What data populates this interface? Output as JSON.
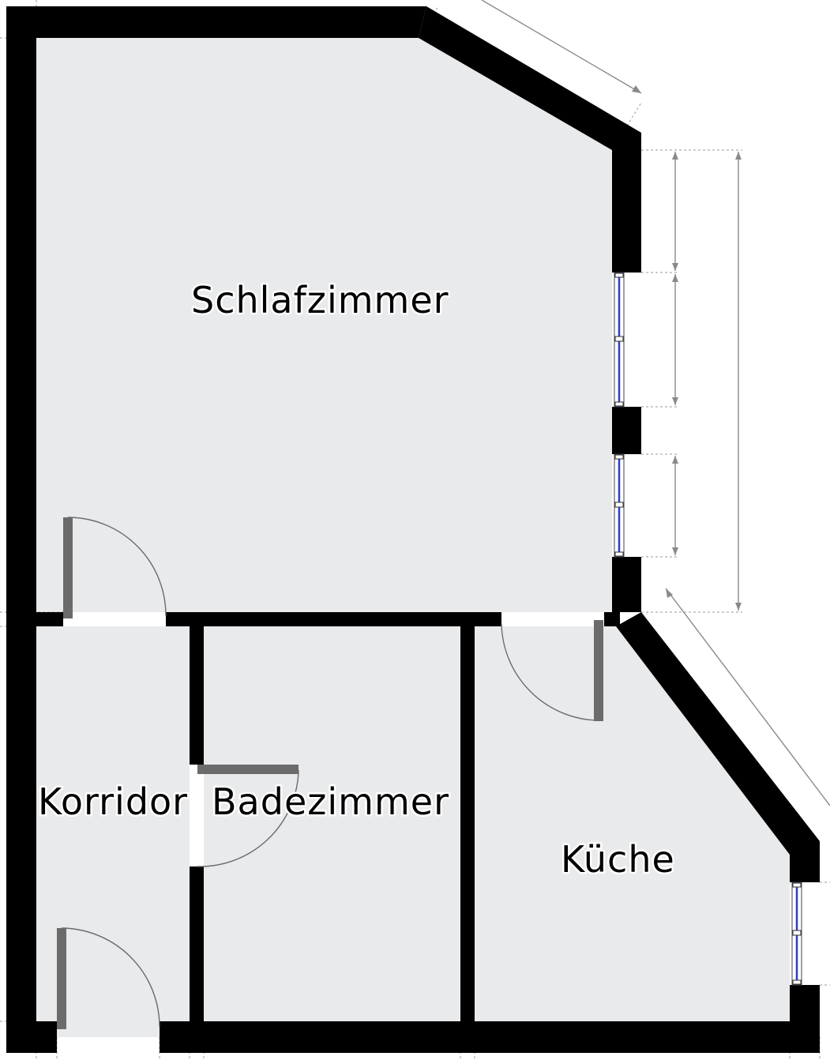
{
  "plan": {
    "rooms": [
      {
        "id": "schlafzimmer",
        "label": "Schlafzimmer"
      },
      {
        "id": "korridor",
        "label": "Korridor"
      },
      {
        "id": "badezimmer",
        "label": "Badezimmer"
      },
      {
        "id": "kueche",
        "label": "Küche"
      }
    ],
    "doors": [
      "schlafzimmer-korridor",
      "bad-korridor",
      "kueche-schlafzimmer",
      "eingang"
    ],
    "windows": [
      "schlafzimmer-fenster-1",
      "schlafzimmer-fenster-2",
      "kueche-fenster"
    ],
    "colors": {
      "wall": "#000000",
      "floor": "#e9eaec",
      "door_leaf": "#6b6b6b",
      "window_glass": "#2b3fc4",
      "dimension_line": "#8a8a8a"
    }
  }
}
